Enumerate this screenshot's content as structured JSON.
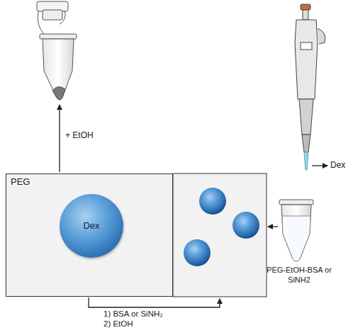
{
  "diagram": {
    "nodes": [
      {
        "text": [
          "PEG"
        ]
      },
      {
        "text": [
          "Dex"
        ],
        "in": 0
      },
      {
        "text": [
          "PEG-EtOH-BSA or SiNH2"
        ]
      }
    ],
    "labels": [
      "+ EtOH",
      "Dex",
      "1) BSA or SiNH₂",
      "2) EtOH"
    ]
  }
}
